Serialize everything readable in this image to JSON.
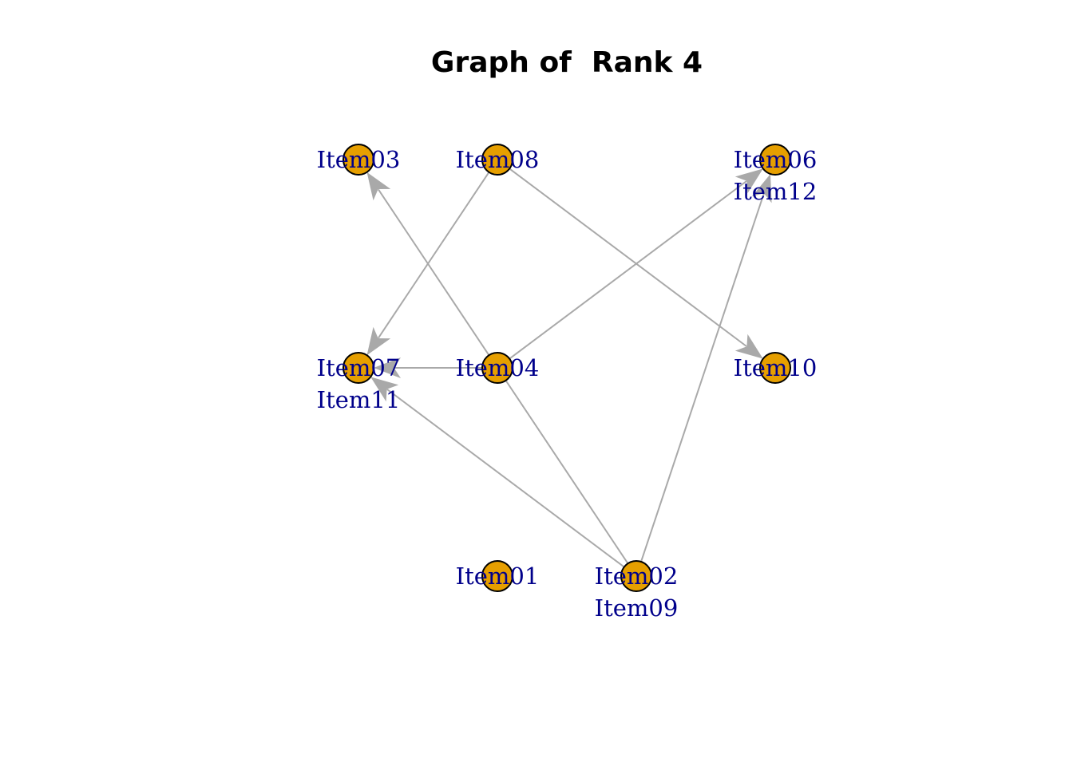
{
  "title": "Graph of  Rank 4",
  "colors": {
    "node_fill": "#e69f00",
    "node_stroke": "#000000",
    "edge": "#a9a9a9",
    "label": "#00008b"
  },
  "nodes": [
    {
      "id": "Item03"
    },
    {
      "id": "Item08"
    },
    {
      "id": "Item06"
    },
    {
      "id": "Item12"
    },
    {
      "id": "Item07"
    },
    {
      "id": "Item11"
    },
    {
      "id": "Item04"
    },
    {
      "id": "Item10"
    },
    {
      "id": "Item01"
    },
    {
      "id": "Item02"
    },
    {
      "id": "Item09"
    }
  ],
  "edges": [
    {
      "from": "Item09",
      "to": "Item03"
    },
    {
      "from": "Item08",
      "to": "Item07"
    },
    {
      "from": "Item08",
      "to": "Item10"
    },
    {
      "from": "Item04",
      "to": "Item12"
    },
    {
      "from": "Item04",
      "to": "Item07"
    },
    {
      "from": "Item09",
      "to": "Item07"
    },
    {
      "from": "Item09",
      "to": "Item12"
    }
  ]
}
